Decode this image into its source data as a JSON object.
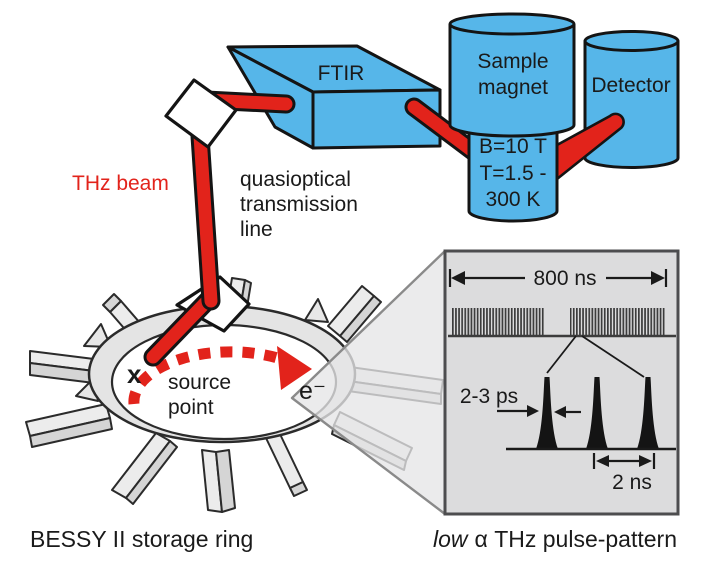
{
  "diagram": {
    "thz_beam_label": "THz beam",
    "ftir_label": "FTIR",
    "sample_magnet": [
      "Sample",
      "magnet"
    ],
    "detector_label": "Detector",
    "cryostat": [
      "B=10 T",
      "T=1.5 -",
      "300 K"
    ],
    "transmission_line": [
      "quasioptical",
      "transmission",
      "line"
    ],
    "source_point": [
      "source",
      "point"
    ],
    "source_marker": "x",
    "electron_label": "e⁻"
  },
  "inset": {
    "revolution_label": "800 ns",
    "pulse_width_label": "2-3 ps",
    "bunch_spacing_label": "2 ns"
  },
  "captions": {
    "ring": "BESSY II storage ring",
    "inset_italic": "low",
    "inset_rest": "α THz pulse-pattern"
  },
  "colors": {
    "beam_red": "#e2231b",
    "device_blue": "#56b6e9",
    "panel_gray": "#dcdcdd",
    "ring_gray": "#e4e4e4",
    "outline_black": "#141414"
  }
}
